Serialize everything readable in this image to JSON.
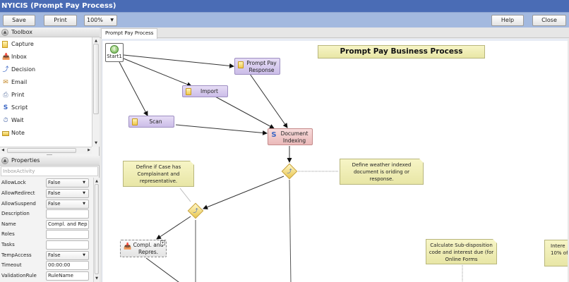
{
  "window": {
    "title": "NYICIS (Prompt Pay Process)"
  },
  "toolbar": {
    "save_label": "Save",
    "print_label": "Print",
    "zoom_value": "100%",
    "help_label": "Help",
    "close_label": "Close"
  },
  "toolbox": {
    "title": "Toolbox",
    "items": [
      {
        "label": "Capture",
        "icon": "capture-icon"
      },
      {
        "label": "Inbox",
        "icon": "inbox-icon"
      },
      {
        "label": "Decision",
        "icon": "decision-icon"
      },
      {
        "label": "Email",
        "icon": "email-icon"
      },
      {
        "label": "Print",
        "icon": "print-icon"
      },
      {
        "label": "Script",
        "icon": "script-icon"
      },
      {
        "label": "Wait",
        "icon": "wait-icon"
      },
      {
        "label": "Note",
        "icon": "note-icon"
      }
    ]
  },
  "properties": {
    "title": "Properties",
    "activity_type": "InboxActivity",
    "rows": [
      {
        "label": "AllowLock",
        "value": "False",
        "type": "dropdown"
      },
      {
        "label": "AllowRedirect",
        "value": "False",
        "type": "dropdown"
      },
      {
        "label": "AllowSuspend",
        "value": "False",
        "type": "dropdown"
      },
      {
        "label": "Description",
        "value": "",
        "type": "text"
      },
      {
        "label": "Name",
        "value": "Compl. and Rep",
        "type": "text"
      },
      {
        "label": "Roles",
        "value": "",
        "type": "text"
      },
      {
        "label": "Tasks",
        "value": "",
        "type": "text"
      },
      {
        "label": "TempAccess",
        "value": "False",
        "type": "dropdown"
      },
      {
        "label": "Timeout",
        "value": "00:00:00",
        "type": "text"
      },
      {
        "label": "ValidationRule",
        "value": "RuleName",
        "type": "text"
      }
    ]
  },
  "tabs": [
    {
      "label": "Prompt Pay Process",
      "active": true
    }
  ],
  "diagram": {
    "title": "Prompt Pay Business Process",
    "nodes": {
      "start": "Start1",
      "prompt_pay_response_1": "Prompt Pay",
      "prompt_pay_response_2": "Response",
      "import": "Import",
      "scan": "Scan",
      "document_indexing_1": "Document",
      "document_indexing_2": "Indexing",
      "compl_repres_1": "Compl. and",
      "compl_repres_2": "Repres."
    },
    "notes": {
      "case_note": [
        "Define if Case has",
        "Complainant and",
        "representative."
      ],
      "indexed_note": [
        "Define weather indexed",
        "document is oriding or",
        "response."
      ],
      "subdisposition_note": [
        "Calculate Sub-disposition",
        "code and interest due (for",
        "Online Forms"
      ],
      "interest_note": [
        "Intere",
        "10% of"
      ]
    }
  }
}
